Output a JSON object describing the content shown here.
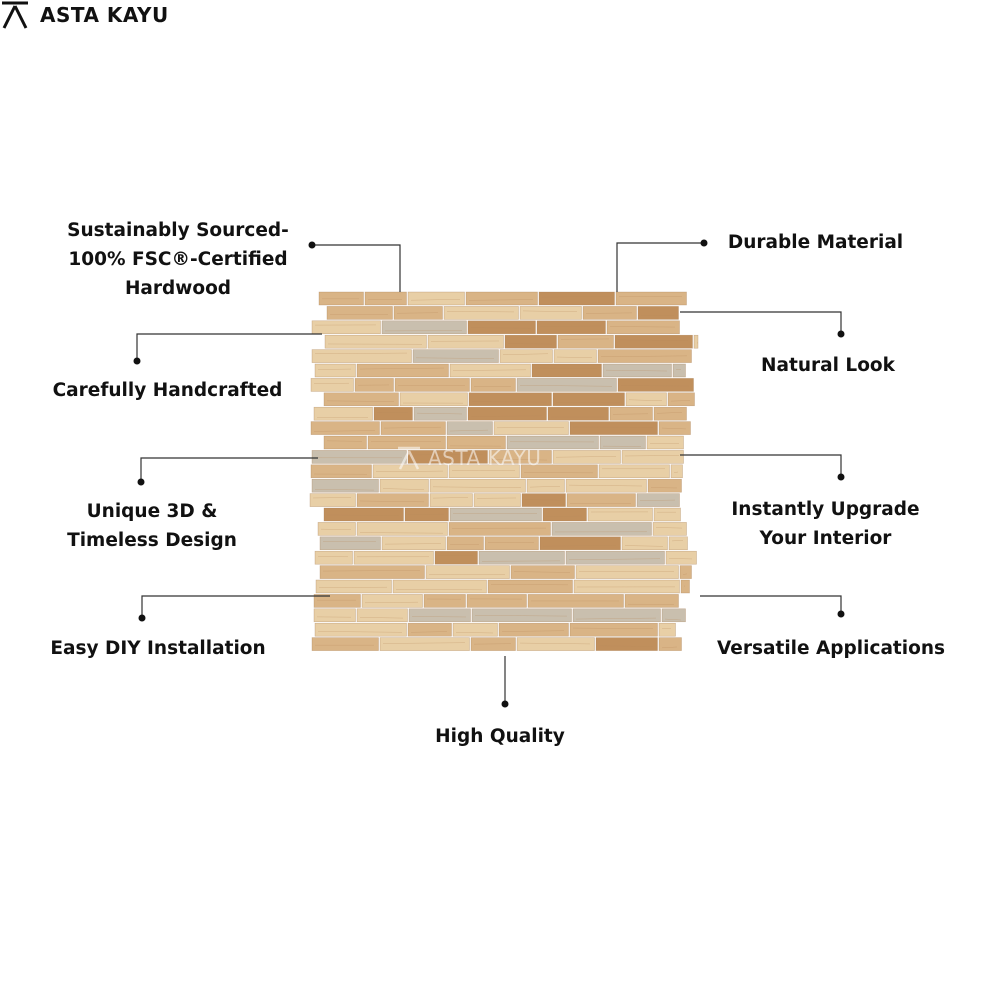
{
  "brand": {
    "name": "ASTA KAYU"
  },
  "watermark": {
    "text": "ASTA KAYU"
  },
  "features": {
    "sustainably_sourced": [
      "Sustainably Sourced-",
      "100% FSC®-Certified",
      "Hardwood"
    ],
    "durable_material": [
      "Durable Material"
    ],
    "carefully_handcrafted": [
      "Carefully Handcrafted"
    ],
    "natural_look": [
      "Natural Look"
    ],
    "unique_3d": [
      "Unique 3D &",
      "Timeless Design"
    ],
    "instantly_upgrade": [
      "Instantly Upgrade",
      "Your Interior"
    ],
    "easy_diy": [
      "Easy DIY Installation"
    ],
    "versatile_applications": [
      "Versatile Applications"
    ],
    "high_quality": [
      "High Quality"
    ]
  },
  "colors": {
    "wood_light": "#e8cfa6",
    "wood_mid": "#d9b486",
    "wood_dark": "#c08f5c",
    "wood_grey": "#c9bfae",
    "text": "#111111",
    "leader_line": "#333333"
  }
}
